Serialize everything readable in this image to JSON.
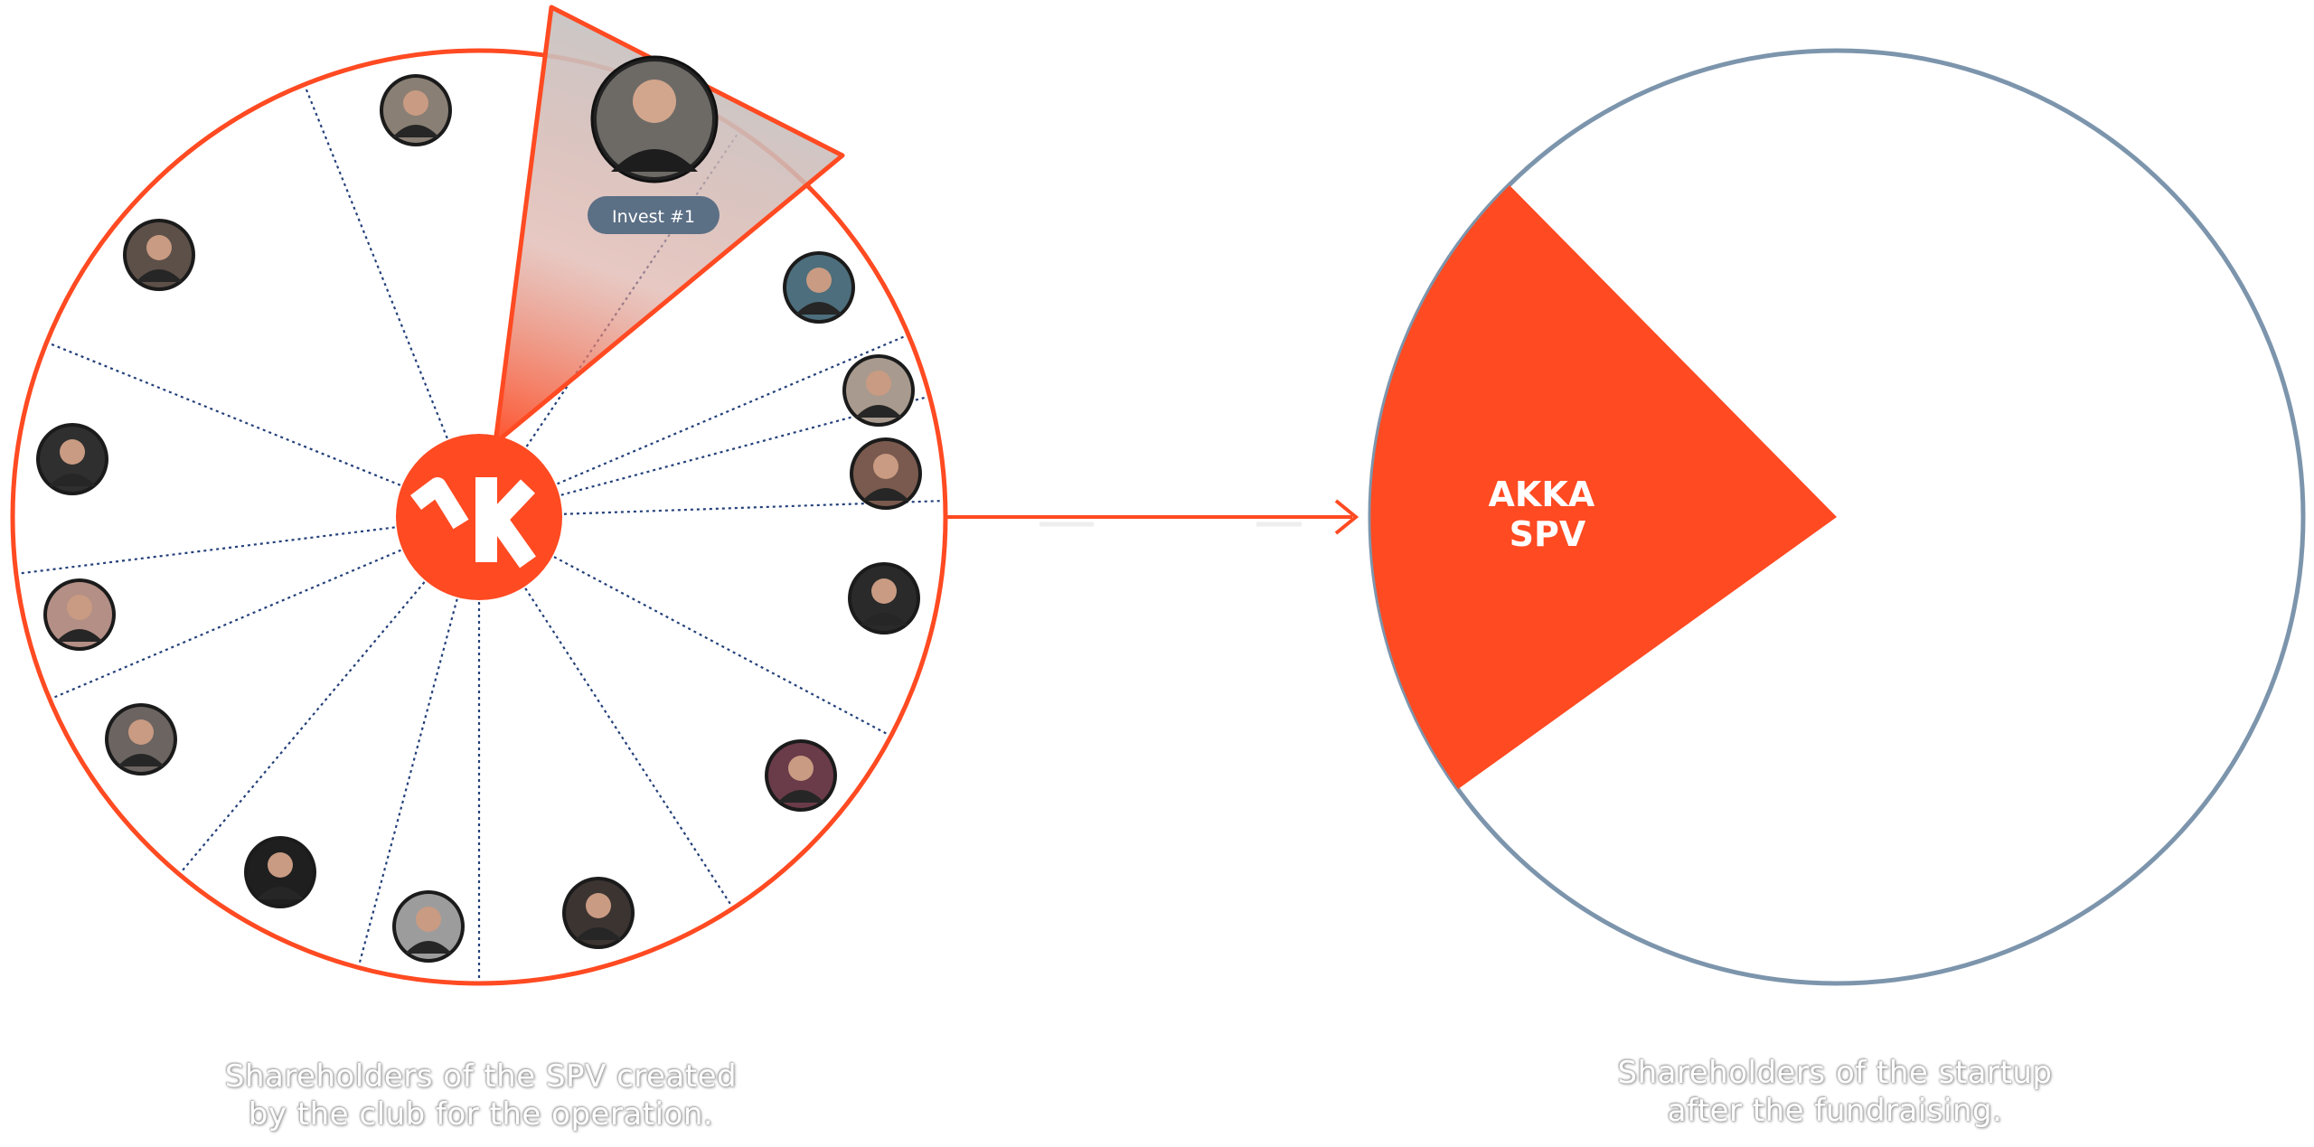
{
  "colors": {
    "accent": "#ff4a22",
    "pie_outline": "#7c95ac",
    "highlight": "#c8c8c8",
    "badge": "#5b6f85",
    "divider": "#24407a"
  },
  "left_circle": {
    "hub_icon": "akka-logo-icon",
    "highlighted_member": {
      "badge_label": "Invest #1"
    },
    "members": [
      {
        "avatar": "avatar-photo-1"
      },
      {
        "avatar": "avatar-photo-2"
      },
      {
        "avatar": "avatar-photo-3"
      },
      {
        "avatar": "avatar-photo-4"
      },
      {
        "avatar": "avatar-photo-5"
      },
      {
        "avatar": "avatar-photo-6"
      },
      {
        "avatar": "avatar-photo-7"
      },
      {
        "avatar": "avatar-photo-8"
      },
      {
        "avatar": "avatar-photo-9"
      },
      {
        "avatar": "avatar-photo-10"
      },
      {
        "avatar": "avatar-photo-11"
      },
      {
        "avatar": "avatar-photo-12"
      },
      {
        "avatar": "avatar-photo-13"
      },
      {
        "avatar": "avatar-photo-14"
      }
    ],
    "caption_lines": [
      "Shareholders of the SPV created",
      "by the club for the operation."
    ]
  },
  "right_circle": {
    "slice_label_lines": [
      "AKKA",
      "SPV"
    ],
    "caption_lines": [
      "Shareholders of the startup",
      "after the fundraising."
    ]
  }
}
